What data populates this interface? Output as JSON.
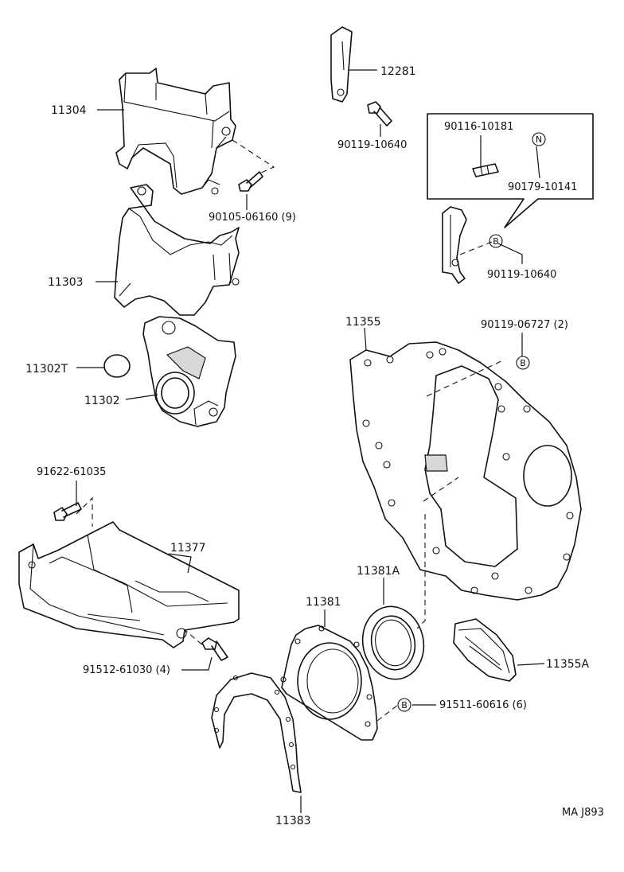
{
  "diagram_code": "MA J893",
  "labels": {
    "p11304": "11304",
    "p90105": "90105-06160 (9)",
    "p11303": "11303",
    "p11302T": "11302T",
    "p11302": "11302",
    "p12281": "12281",
    "p90119a": "90119-10640",
    "p90116": "90116-10181",
    "p90179": "90179-10141",
    "p90119b": "90119-10640",
    "p11355": "11355",
    "p90119c": "90119-06727 (2)",
    "p91622": "91622-61035",
    "p11377": "11377",
    "p11381A": "11381A",
    "p11381": "11381",
    "p91512": "91512-61030 (4)",
    "p11355A": "11355A",
    "p91511": "91511-60616 (6)",
    "p11383": "11383"
  },
  "markers": {
    "n": "N",
    "b1": "B",
    "b2": "B",
    "b3": "B"
  }
}
